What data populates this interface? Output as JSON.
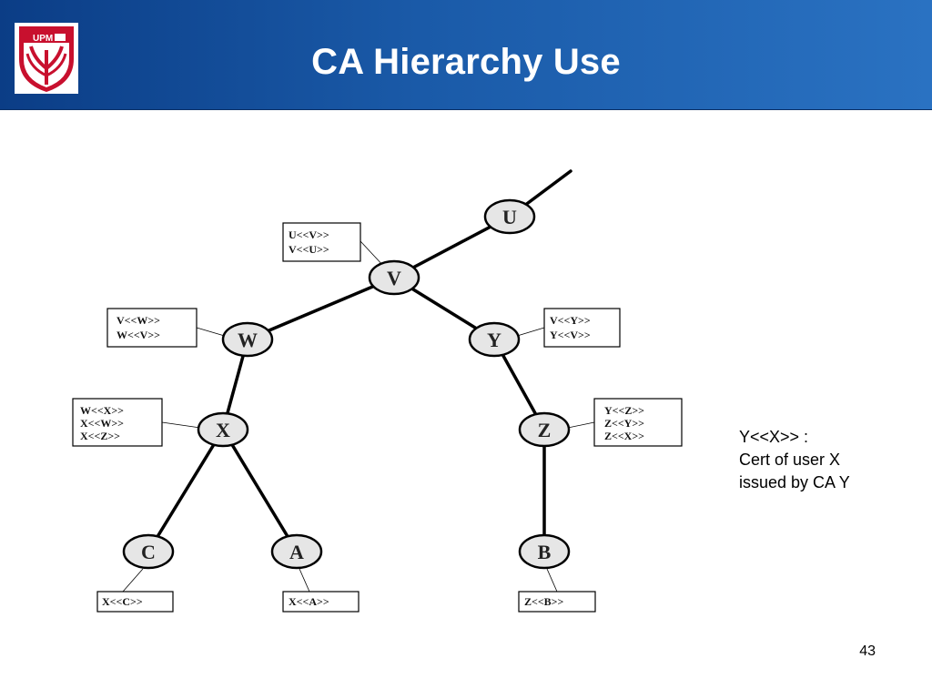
{
  "header": {
    "title": "CA Hierarchy Use",
    "logo_text": "UPM",
    "logo_color": "#c8102e"
  },
  "colors": {
    "header_start": "#0b3d86",
    "header_end": "#2a72c2",
    "node_fill": "#e6e6e6",
    "edge": "#000000"
  },
  "diagram": {
    "nodes": {
      "U": "U",
      "V": "V",
      "W": "W",
      "Y": "Y",
      "X": "X",
      "Z": "Z",
      "C": "C",
      "A": "A",
      "B": "B"
    },
    "certs": {
      "UV": [
        "U<<V>>",
        "V<<U>>"
      ],
      "VW": [
        "V<<W>>",
        "W<<V>>"
      ],
      "VY": [
        "V<<Y>>",
        "Y<<V>>"
      ],
      "WX": [
        "W<<X>>",
        "X<<W>>",
        "X<<Z>>"
      ],
      "YZ": [
        "Y<<Z>>",
        "Z<<Y>>",
        "Z<<X>>"
      ],
      "XC": [
        "X<<C>>"
      ],
      "XA": [
        "X<<A>>"
      ],
      "ZB": [
        "Z<<B>>"
      ]
    }
  },
  "note": {
    "line1": "Y<<X>> :",
    "line2": "Cert of user X",
    "line3": "issued by CA Y"
  },
  "footer": {
    "page_number": "43"
  }
}
